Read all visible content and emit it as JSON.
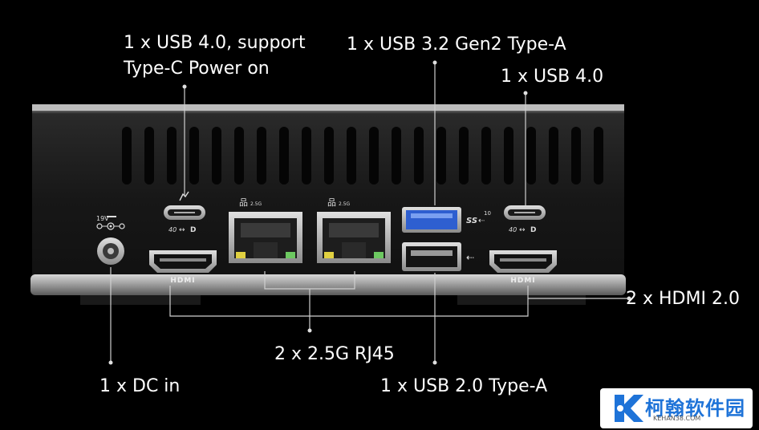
{
  "callouts": {
    "usb4_power": [
      "1 x USB 4.0, support",
      "Type-C Power on"
    ],
    "usb32": "1 x USB 3.2 Gen2 Type-A",
    "usb4": "1 x USB 4.0",
    "hdmi": "2 x HDMI 2.0",
    "rj45": "2 x 2.5G RJ45",
    "dc_in": "1 x DC in",
    "usb20": "1 x USB 2.0 Type-A"
  },
  "port_marks": {
    "dc_rating": "19V",
    "lan_speed": "2.5G",
    "hdmi_text": "HDMI",
    "usb_speed": "10",
    "usb40_text": "40"
  },
  "watermark": {
    "name": "柯翰软件园",
    "url": "KEHAN38.COM"
  },
  "colors": {
    "background": "#000000",
    "usb3_blue": "#2e5fd0",
    "watermark_blue": "#1e73d8"
  }
}
